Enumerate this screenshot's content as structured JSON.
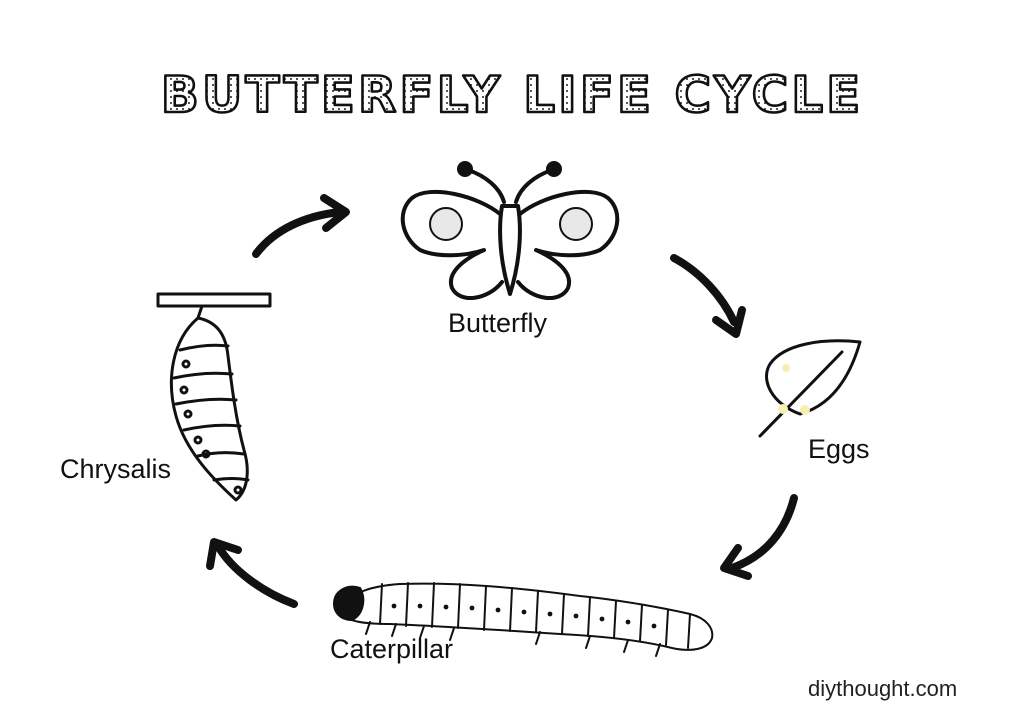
{
  "title": "BUTTERFLY LIFE CYCLE",
  "stages": [
    {
      "label": "Butterfly",
      "icon": "butterfly-icon"
    },
    {
      "label": "Eggs",
      "icon": "leaf-with-eggs-icon"
    },
    {
      "label": "Caterpillar",
      "icon": "caterpillar-icon"
    },
    {
      "label": "Chrysalis",
      "icon": "chrysalis-icon"
    }
  ],
  "watermark": "diythought.com",
  "colors": {
    "ink": "#111111",
    "egg": "#f7efb4",
    "background": "#ffffff"
  }
}
